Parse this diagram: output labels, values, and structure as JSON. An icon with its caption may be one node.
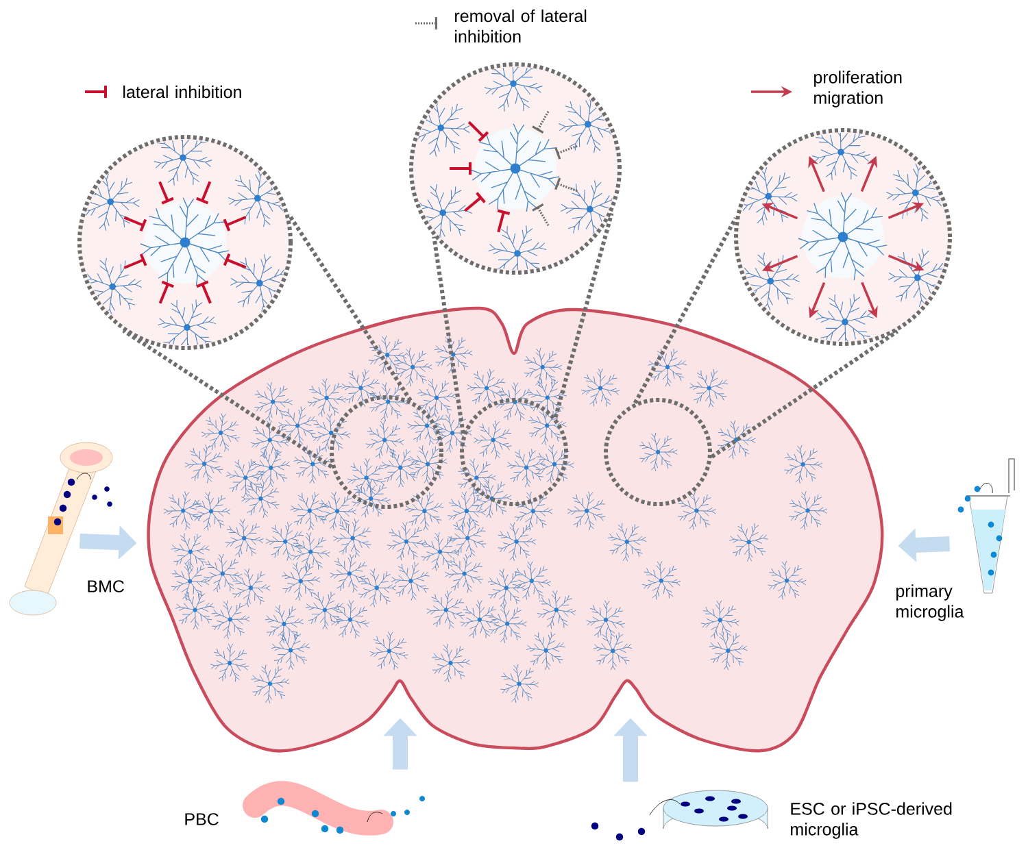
{
  "diagram": {
    "nodes": [
      {
        "text": [],
        "shape": "circle"
      },
      {
        "text": [],
        "shape": "circle"
      },
      {
        "text": [],
        "shape": "circle"
      },
      {
        "text": [],
        "shape": "picture"
      },
      {
        "text": [],
        "shape": "circle",
        "in": 3
      },
      {
        "text": [],
        "shape": "circle",
        "in": 3
      },
      {
        "text": [],
        "shape": "circle",
        "in": 3
      },
      {
        "text": [],
        "shape": "picture",
        "beside": [
          "BMC"
        ]
      },
      {
        "text": [],
        "shape": "picture",
        "beside": [
          "primary microglia"
        ]
      },
      {
        "text": [],
        "shape": "picture",
        "beside": [
          "PBC"
        ]
      },
      {
        "text": [],
        "shape": "picture",
        "beside": [
          "ESC or iPSC-derived microglia"
        ]
      }
    ],
    "edges": [
      {
        "from": 4,
        "to": 0,
        "arrow": "none",
        "style": "dashed",
        "color": "#6d6d6d"
      },
      {
        "from": 4,
        "to": 0,
        "arrow": "none",
        "style": "dashed",
        "color": "#6d6d6d"
      },
      {
        "from": 5,
        "to": 1,
        "arrow": "none",
        "style": "dashed",
        "color": "#6d6d6d"
      },
      {
        "from": 5,
        "to": 1,
        "arrow": "none",
        "style": "dashed",
        "color": "#6d6d6d"
      },
      {
        "from": 6,
        "to": 2,
        "arrow": "none",
        "style": "dashed",
        "color": "#6d6d6d"
      },
      {
        "from": 6,
        "to": 2,
        "arrow": "none",
        "style": "dashed",
        "color": "#6d6d6d"
      },
      {
        "from": 7,
        "to": 3,
        "arrow": "to",
        "style": "thick",
        "color": "#c5dbf0"
      },
      {
        "from": 8,
        "to": 3,
        "arrow": "to",
        "style": "thick",
        "color": "#c5dbf0"
      },
      {
        "from": 9,
        "to": 3,
        "arrow": "to",
        "style": "thick",
        "color": "#c5dbf0"
      },
      {
        "from": 10,
        "to": 3,
        "arrow": "to",
        "style": "thick",
        "color": "#c5dbf0"
      }
    ],
    "legend": [
      {
        "text": "lateral inhibition"
      },
      {
        "text": "removal of lateral inhibition"
      },
      {
        "text": "proliferation migration"
      }
    ]
  }
}
